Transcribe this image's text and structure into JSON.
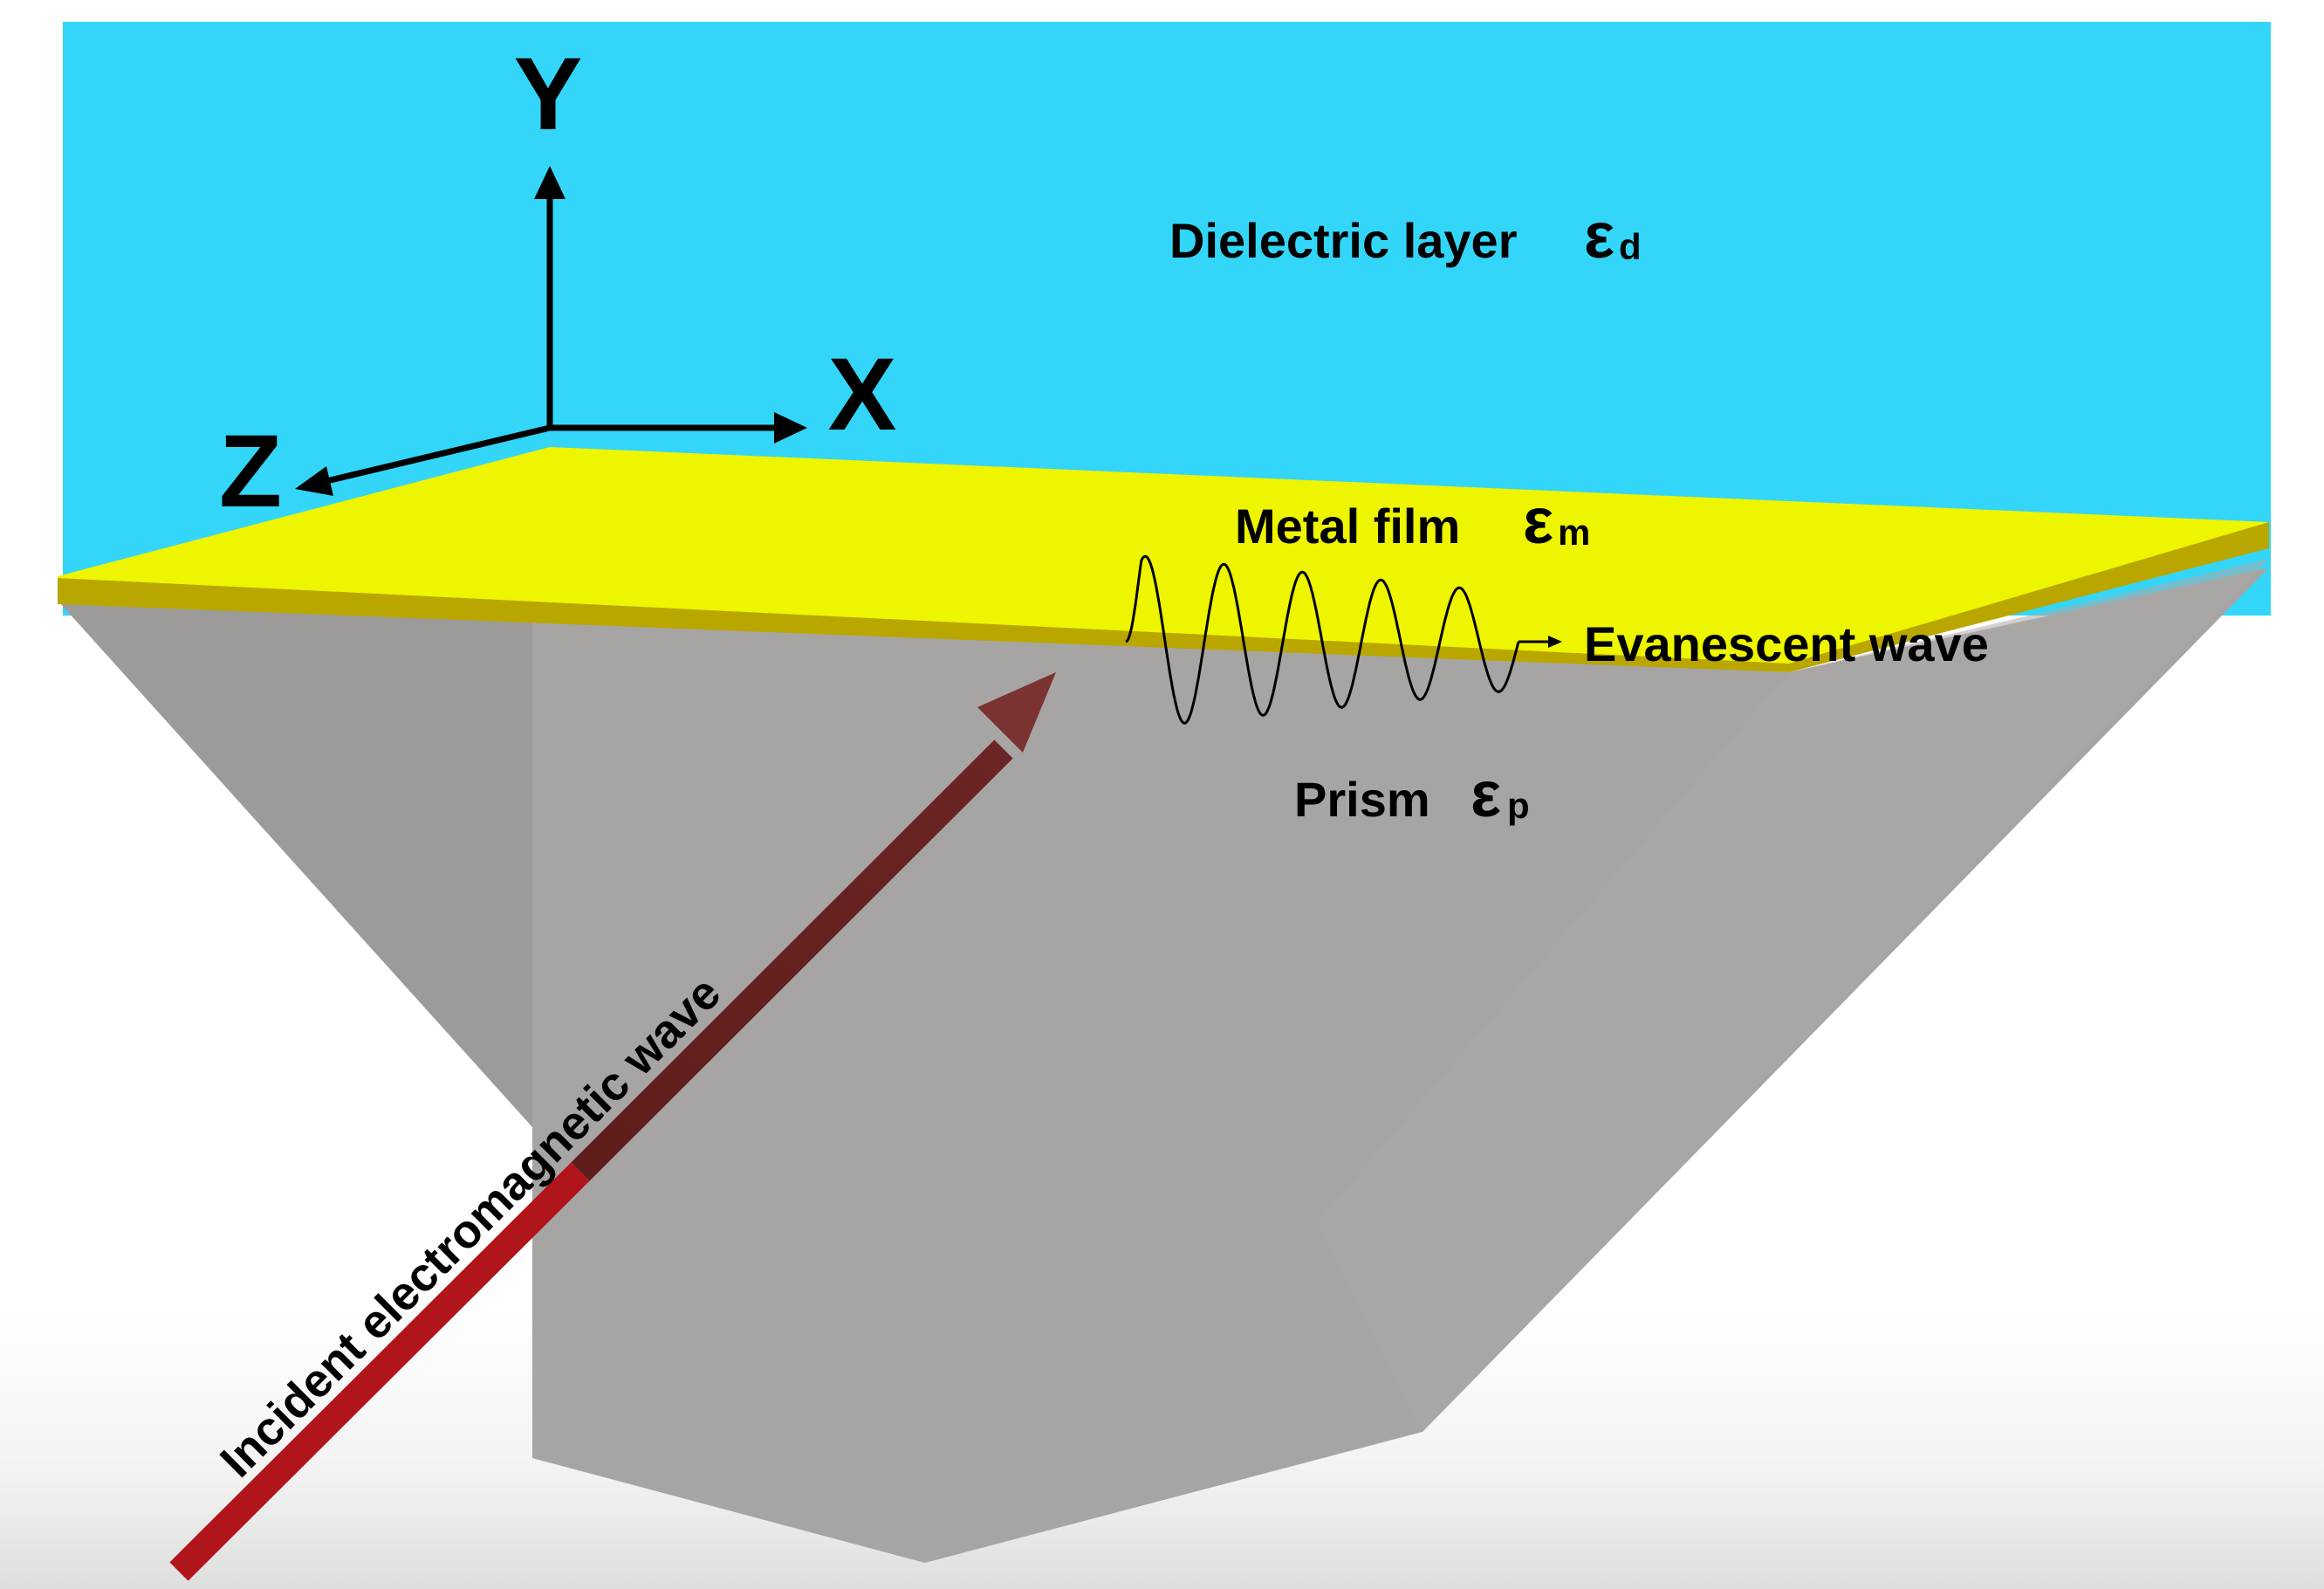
{
  "axes": {
    "y": "Y",
    "x": "X",
    "z": "Z"
  },
  "labels": {
    "dielectric": {
      "text": "Dielectric layer",
      "symbol": "ε",
      "subscript": "d"
    },
    "metal": {
      "text": "Metal film",
      "symbol": "ε",
      "subscript": "m"
    },
    "evanescent": {
      "text": "Evanescent wave"
    },
    "prism": {
      "text": "Prism",
      "symbol": "ε",
      "subscript": "p"
    },
    "incident": {
      "text": "Incident electromagnetic wave"
    }
  },
  "colors": {
    "dielectric": "#33d6f8",
    "metal_top": "#eef500",
    "metal_edge": "#b9a700",
    "prism_left": "#9d9b9a",
    "prism_front": "#a7a5a4",
    "prism_right": "#aba9a8",
    "incident_arrow": "#b0151b",
    "incident_arrow_inside": "#5e1e1d",
    "arrow_head": "#7b3332"
  },
  "wave": {
    "cycles": 5
  }
}
